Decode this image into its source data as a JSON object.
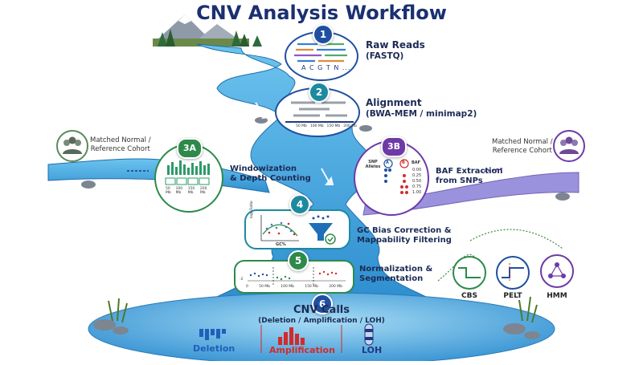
{
  "title": "CNV Analysis Workflow",
  "steps": [
    {
      "num": "1",
      "title": "Raw Reads",
      "sub": "(FASTQ)",
      "panel_text": "A C G T N ..."
    },
    {
      "num": "2",
      "title": "Alignment",
      "sub": "(BWA-MEM / minimap2)",
      "ticks": [
        "50 Mb",
        "100 Mb",
        "150 Mb",
        "200 Mb"
      ]
    },
    {
      "num": "3A",
      "title": "Windowization",
      "sub": "& Depth Counting",
      "ticks": [
        "50 Mb",
        "100 Mb",
        "150 Mb",
        "200 Mb"
      ]
    },
    {
      "num": "3B",
      "title": "BAF Extraction",
      "sub": "from SNPs",
      "snp_label": "SNP Alleles",
      "allele_a": "A",
      "allele_b": "B",
      "baf_header": "BAF",
      "baf_values": [
        "0.00",
        "0.25",
        "0.50",
        "0.75",
        "1.00"
      ]
    },
    {
      "num": "4",
      "title": "GC Bias Correction &",
      "sub": "Mappability Filtering",
      "ylabel": "log₂ Ratio",
      "xlabel": "GC%"
    },
    {
      "num": "5",
      "title": "Normalization &",
      "sub": "Segmentation",
      "ticks": [
        "0",
        "50 Mb",
        "100 Mb",
        "150 Mb",
        "200 Mb"
      ],
      "ytick": "-2"
    },
    {
      "num": "6",
      "title": "CNV Calls",
      "sub": "(Deletion / Amplification / LOH)"
    }
  ],
  "cohorts": {
    "left": {
      "line1": "Matched Normal /",
      "line2": "Reference Cohort"
    },
    "right": {
      "line1": "Matched Normal /",
      "line2": "Reference Cohort"
    }
  },
  "methods": [
    "CBS",
    "PELT",
    "HMM"
  ],
  "outputs": [
    {
      "label": "Deletion",
      "color": "#1f5fb8"
    },
    {
      "label": "Amplification",
      "color": "#d42a2a"
    },
    {
      "label": "LOH",
      "color": "#1f3a80"
    }
  ],
  "colors": {
    "river": "#4ba8de",
    "title": "#1a3070",
    "badge_blue": "#1f4fa0",
    "badge_teal": "#1d8aa0",
    "badge_green": "#2d8a4a",
    "badge_purple": "#6d3aa6"
  }
}
